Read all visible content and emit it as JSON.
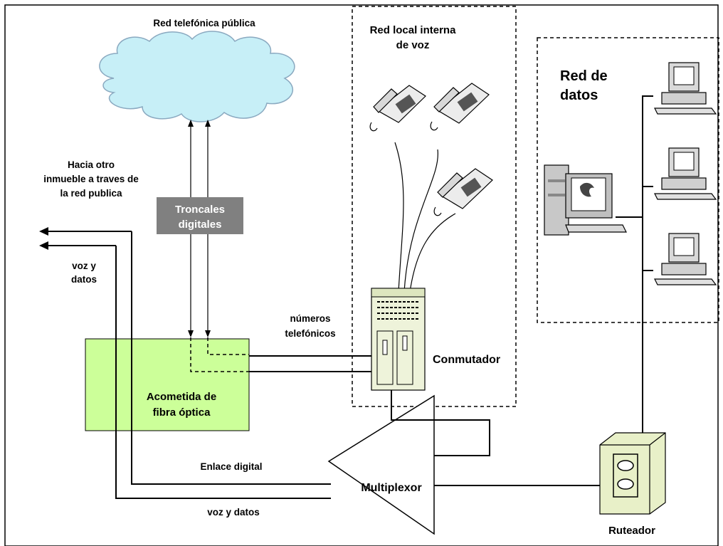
{
  "labels": {
    "public_network": "Red telefónica pública",
    "local_voice_line1": "Red local interna",
    "local_voice_line2": "de voz",
    "data_net_line1": "Red de",
    "data_net_line2": "datos",
    "other_building_line1": "Hacia otro",
    "other_building_line2": "inmueble a traves de",
    "other_building_line3": "la red publica",
    "trunks_line1": "Troncales",
    "trunks_line2": "digitales",
    "voice_data_left_line1": "voz y",
    "voice_data_left_line2": "datos",
    "phone_numbers_line1": "números",
    "phone_numbers_line2": "telefónicos",
    "switch": "Conmutador",
    "fiber_line1": "Acometida de",
    "fiber_line2": "fibra óptica",
    "digital_link": "Enlace digital",
    "multiplexer": "Multiplexor",
    "voice_data_bottom": "voz y datos",
    "router": "Ruteador"
  },
  "colors": {
    "cloud": "#c7eff7",
    "fiber_box": "#ccff99",
    "trunk_box": "#808080",
    "router": "#e8f0c8",
    "switch": "#eef3da"
  }
}
